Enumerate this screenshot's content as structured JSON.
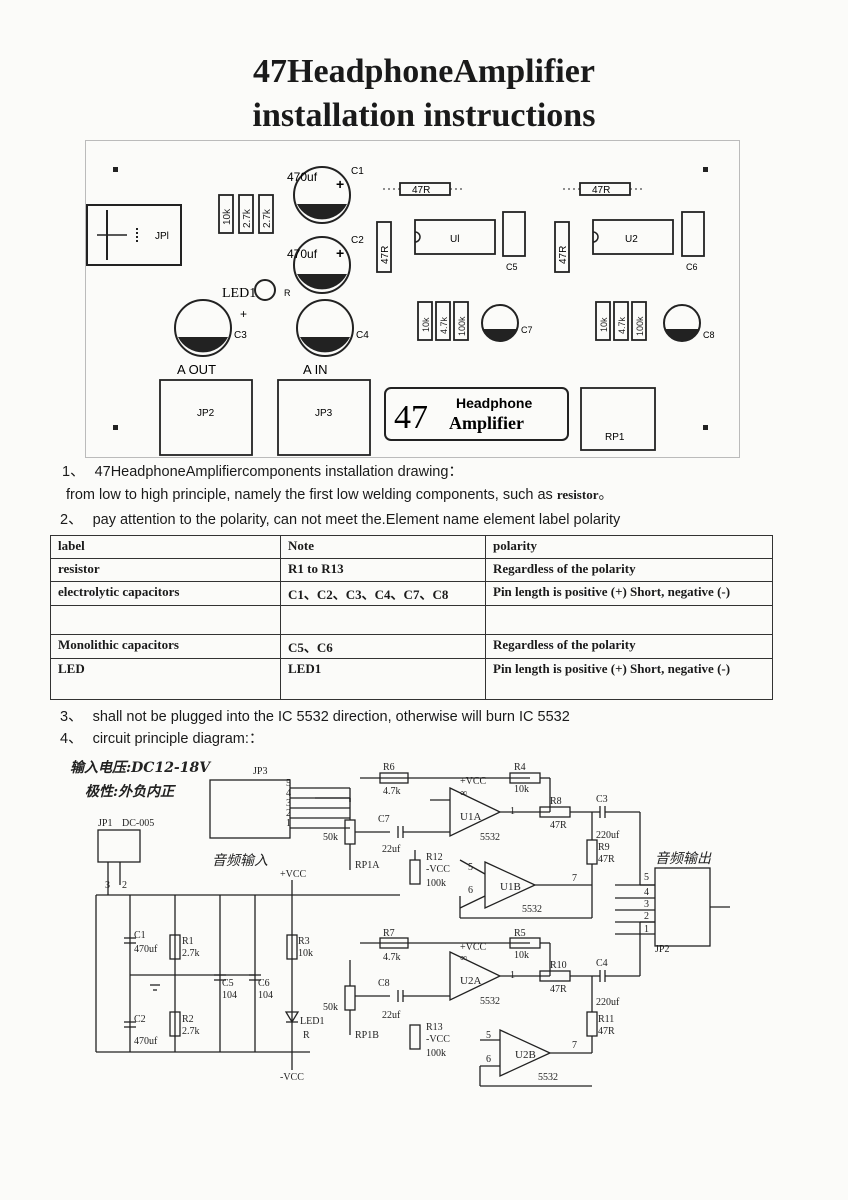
{
  "title_line1": "47HeadphoneAmplifier",
  "title_line2": "installation instructions",
  "pcb": {
    "jp1": "JPl",
    "c1_val": "470uf",
    "c1": "C1",
    "c2_val": "470uf",
    "c2": "C2",
    "c3": "C3",
    "c4": "C4",
    "c5": "C5",
    "c6": "C6",
    "c7": "C7",
    "c8": "C8",
    "r_10k": "10k",
    "r_27k": "2.7k",
    "r_47r": "47R",
    "r_47k": "4.7k",
    "r_100k": "100k",
    "u1": "Ul",
    "u2": "U2",
    "led": "LED1",
    "led_r": "R",
    "a_out": "A OUT",
    "a_in": "A IN",
    "jp2": "JP2",
    "jp3": "JP3",
    "rp1": "RP1",
    "logo_num": "47",
    "logo_line1": "Headphone",
    "logo_line2": "Amplifier",
    "plus": "+"
  },
  "steps": {
    "s1_num": "1、",
    "s1_text": "47HeadphoneAmplifiercomponents installation drawing：",
    "s1_sub": "from low to high principle, namely the first low welding components, such as",
    "s1_sub_bold": "resistor",
    "s1_sub_end": "。",
    "s2_num": "2、",
    "s2_text": "pay attention to the polarity, can not meet the.Element name element label polarity",
    "s3_num": "3、",
    "s3_text": "shall not be plugged into the IC 5532 direction, otherwise will burn IC 5532",
    "s4_num": "4、",
    "s4_text": "circuit principle diagram:："
  },
  "table": {
    "headers": [
      "label",
      "Note",
      "polarity"
    ],
    "rows": [
      [
        "resistor",
        "R1 to R13",
        "Regardless of the polarity"
      ],
      [
        "electrolytic capacitors",
        "C1、C2、C3、C4、C7、C8",
        "Pin length is positive (+) Short, negative (-)"
      ],
      [
        "",
        "",
        ""
      ],
      [
        "Monolithic capacitors",
        "C5、C6",
        "Regardless of the polarity"
      ],
      [
        "LED",
        "LED1",
        "Pin length is positive (+) Short, negative (-)"
      ]
    ]
  },
  "schematic": {
    "input_voltage": "输入电压:DC12-18V",
    "polarity": "极性:外负内正",
    "audio_in": "音频输入",
    "audio_out": "音频输出",
    "jp1": "JP1",
    "dc005": "DC-005",
    "jp3": "JP3",
    "jp2": "JP2",
    "vcc": "+VCC",
    "nvcc": "-VCC",
    "vcc_m": "-VCC",
    "r1": "R1",
    "r2": "R2",
    "r3": "R3",
    "v27k": "2.7k",
    "v10k": "10k",
    "c1": "C1",
    "c2": "C2",
    "c5": "C5",
    "c6": "C6",
    "v470": "470uf",
    "v104": "104",
    "led1": "LED1",
    "led_r": "R",
    "r6": "R6",
    "r7": "R7",
    "v47k": "4.7k",
    "r4": "R4",
    "r5": "R5",
    "r8": "R8",
    "r10": "R10",
    "v47r": "47R",
    "r9": "R9",
    "r11": "R11",
    "c3": "C3",
    "c4": "C4",
    "v220": "220uf",
    "c7": "C7",
    "c8": "C8",
    "v22": "22uf",
    "r12": "R12",
    "r13": "R13",
    "v100k": "100k",
    "rp1a": "RP1A",
    "rp1b": "RP1B",
    "v50k": "50k",
    "u1a": "U1A",
    "u1b": "U1B",
    "u2a": "U2A",
    "u2b": "U2B",
    "ic": "5532",
    "inf": "∞",
    "p1": "1",
    "p2": "2",
    "p3": "3",
    "p4": "4",
    "p5": "5",
    "p6": "6",
    "p7": "7"
  }
}
